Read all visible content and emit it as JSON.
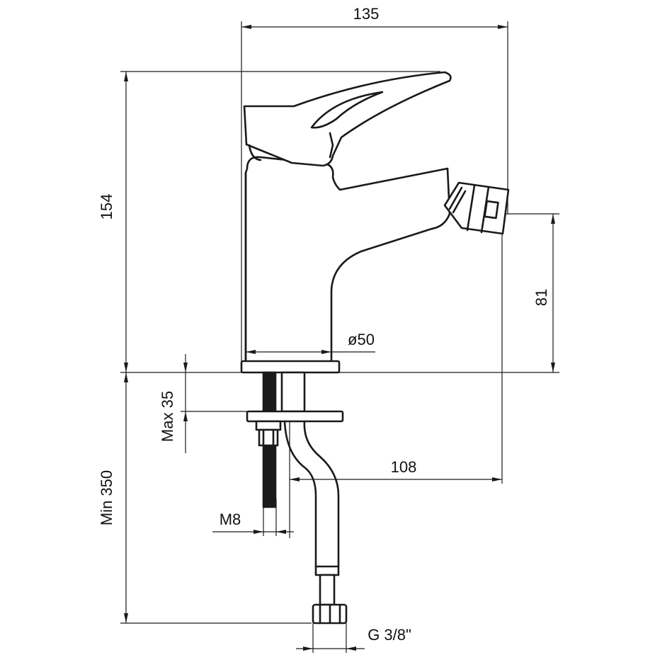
{
  "dimensions": {
    "overall_width": "135",
    "overall_height": "154",
    "spout_height": "81",
    "body_diameter": "ø50",
    "max_thickness": "Max 35",
    "hose_length": "Min 350",
    "projection": "108",
    "stud_thread": "M8",
    "hose_connection": "G 3/8\""
  }
}
